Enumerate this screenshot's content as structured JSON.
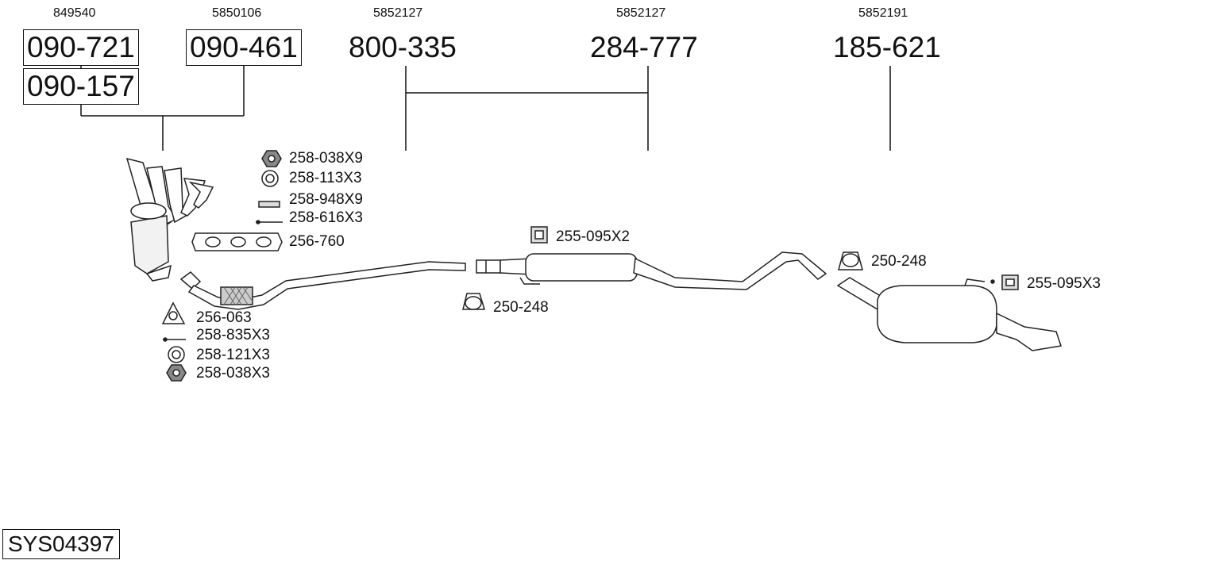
{
  "oem_numbers": [
    "849540",
    "5850106",
    "5852127",
    "5852127",
    "5852191"
  ],
  "main_parts": {
    "p1": "090-721",
    "p2": "090-461",
    "p3": "090-157",
    "p4": "800-335",
    "p5": "284-777",
    "p6": "185-621"
  },
  "fittings": {
    "nut_x9": "258-038X9",
    "ring_x3": "258-113X3",
    "stud_x9": "258-948X9",
    "bolt_x3": "258-616X3",
    "manifold_gasket": "256-760",
    "flange_gasket": "256-063",
    "bolt2_x3": "258-835X3",
    "ring2_x3": "258-121X3",
    "nut2_x3": "258-038X3",
    "mount_x2": "255-095X2",
    "clamp_mid": "250-248",
    "clamp_rear": "250-248",
    "mount_x3": "255-095X3"
  },
  "system_code": "SYS04397"
}
